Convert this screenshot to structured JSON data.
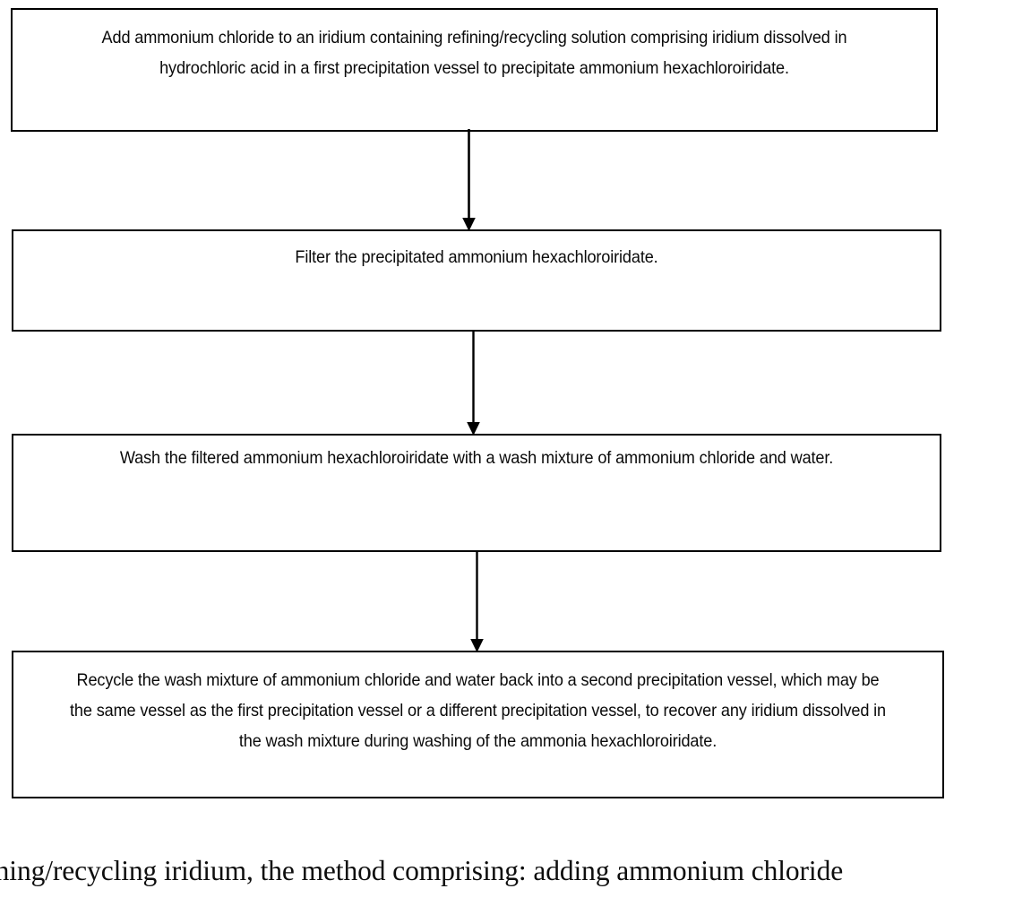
{
  "diagram": {
    "type": "flowchart",
    "orientation": "vertical-top-to-bottom",
    "background_color": "#ffffff",
    "box_border_color": "#000000",
    "text_color": "#0a0a0a",
    "nodes": [
      {
        "id": "step-1",
        "order": 1,
        "shape": "rectangle",
        "text": "Add ammonium chloride to an iridium containing refining/recycling solution comprising iridium dissolved in hydrochloric acid in a first precipitation vessel to precipitate ammonium hexachloroiridate."
      },
      {
        "id": "step-2",
        "order": 2,
        "shape": "rectangle",
        "text": "Filter the precipitated ammonium hexachloroiridate."
      },
      {
        "id": "step-3",
        "order": 3,
        "shape": "rectangle",
        "text": "Wash the filtered ammonium hexachloroiridate with a wash mixture of ammonium chloride and water."
      },
      {
        "id": "step-4",
        "order": 4,
        "shape": "rectangle",
        "text": "Recycle the wash mixture of ammonium chloride and water back into a second precipitation vessel, which may be the same vessel as the first precipitation vessel or a different precipitation vessel, to recover any iridium dissolved in the wash mixture during washing of the ammonia hexachloroiridate."
      }
    ],
    "connectors": [
      {
        "id": "arrow-1-to-2",
        "from": "step-1",
        "to": "step-2",
        "style": "solid-line-with-arrowhead"
      },
      {
        "id": "arrow-2-to-3",
        "from": "step-2",
        "to": "step-3",
        "style": "solid-line-with-arrowhead"
      },
      {
        "id": "arrow-3-to-4",
        "from": "step-3",
        "to": "step-4",
        "style": "solid-line-with-arrowhead"
      }
    ]
  },
  "caption": {
    "text": "ining/recycling iridium, the method comprising: adding ammonium chloride",
    "clipped": "both-edges"
  }
}
